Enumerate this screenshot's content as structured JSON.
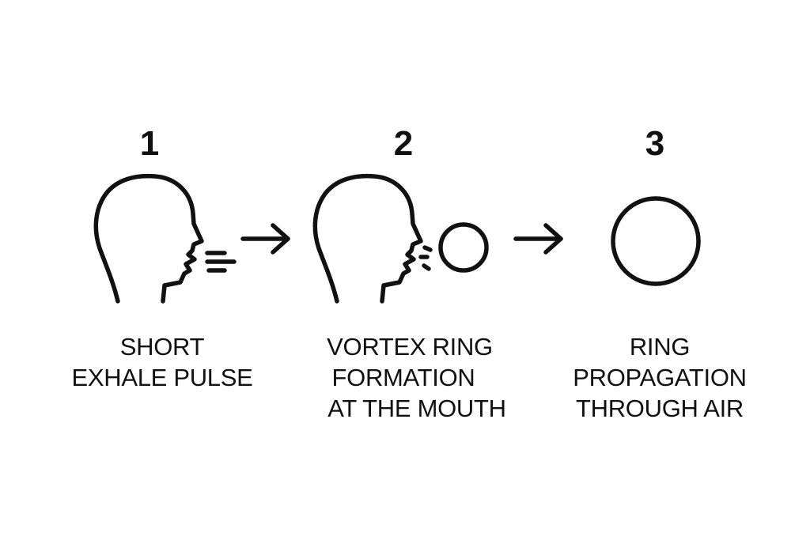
{
  "steps": [
    {
      "number": "1",
      "caption_lines": [
        "SHORT",
        "EXHALE PULSE"
      ]
    },
    {
      "number": "2",
      "caption_lines": [
        "VORTEX RING",
        "FORMATION",
        "AT THE MOUTH"
      ]
    },
    {
      "number": "3",
      "caption_lines": [
        "RING",
        "PROPAGATION",
        "THROUGH AIR"
      ]
    }
  ],
  "icons": {
    "step1": [
      "head-profile-icon",
      "exhale-lines-icon"
    ],
    "step2": [
      "head-profile-icon",
      "air-puff-icon",
      "vortex-ring-icon"
    ],
    "step3": [
      "vortex-ring-icon"
    ],
    "connectors": [
      "arrow-right-icon",
      "arrow-right-icon"
    ]
  },
  "colors": {
    "ink": "#111111",
    "background": "#ffffff"
  }
}
